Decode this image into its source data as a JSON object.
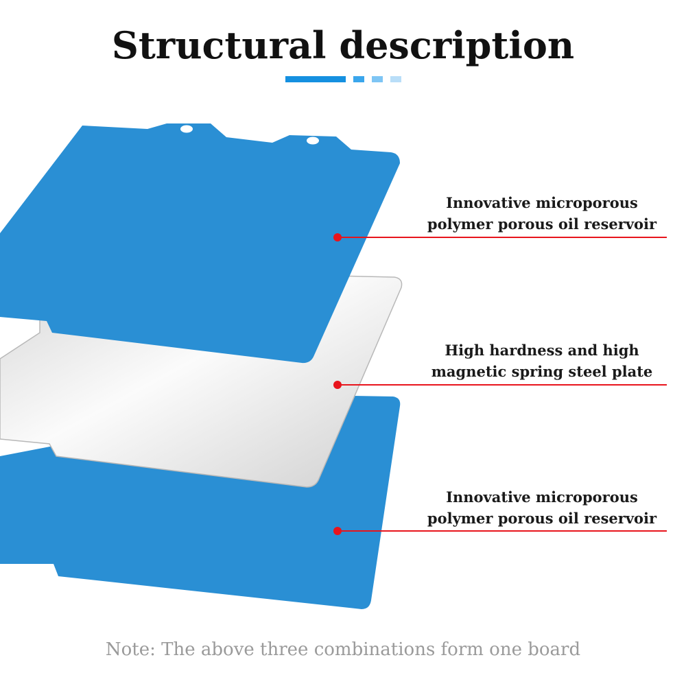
{
  "title": "Structural description",
  "colors": {
    "accent_bars": [
      "#1590e0",
      "#3aa6ec",
      "#7ec5f4",
      "#b9def8"
    ],
    "blue_sheet": "#2a8fd4",
    "steel_plate": "#ececec",
    "pointer_line": "#e8141c"
  },
  "callouts": [
    {
      "line1": "Innovative microporous",
      "line2": "polymer porous oil reservoir"
    },
    {
      "line1": "High hardness and high",
      "line2": "magnetic spring steel plate"
    },
    {
      "line1": "Innovative microporous",
      "line2": "polymer porous oil reservoir"
    }
  ],
  "note": "Note: The above three combinations form one board"
}
